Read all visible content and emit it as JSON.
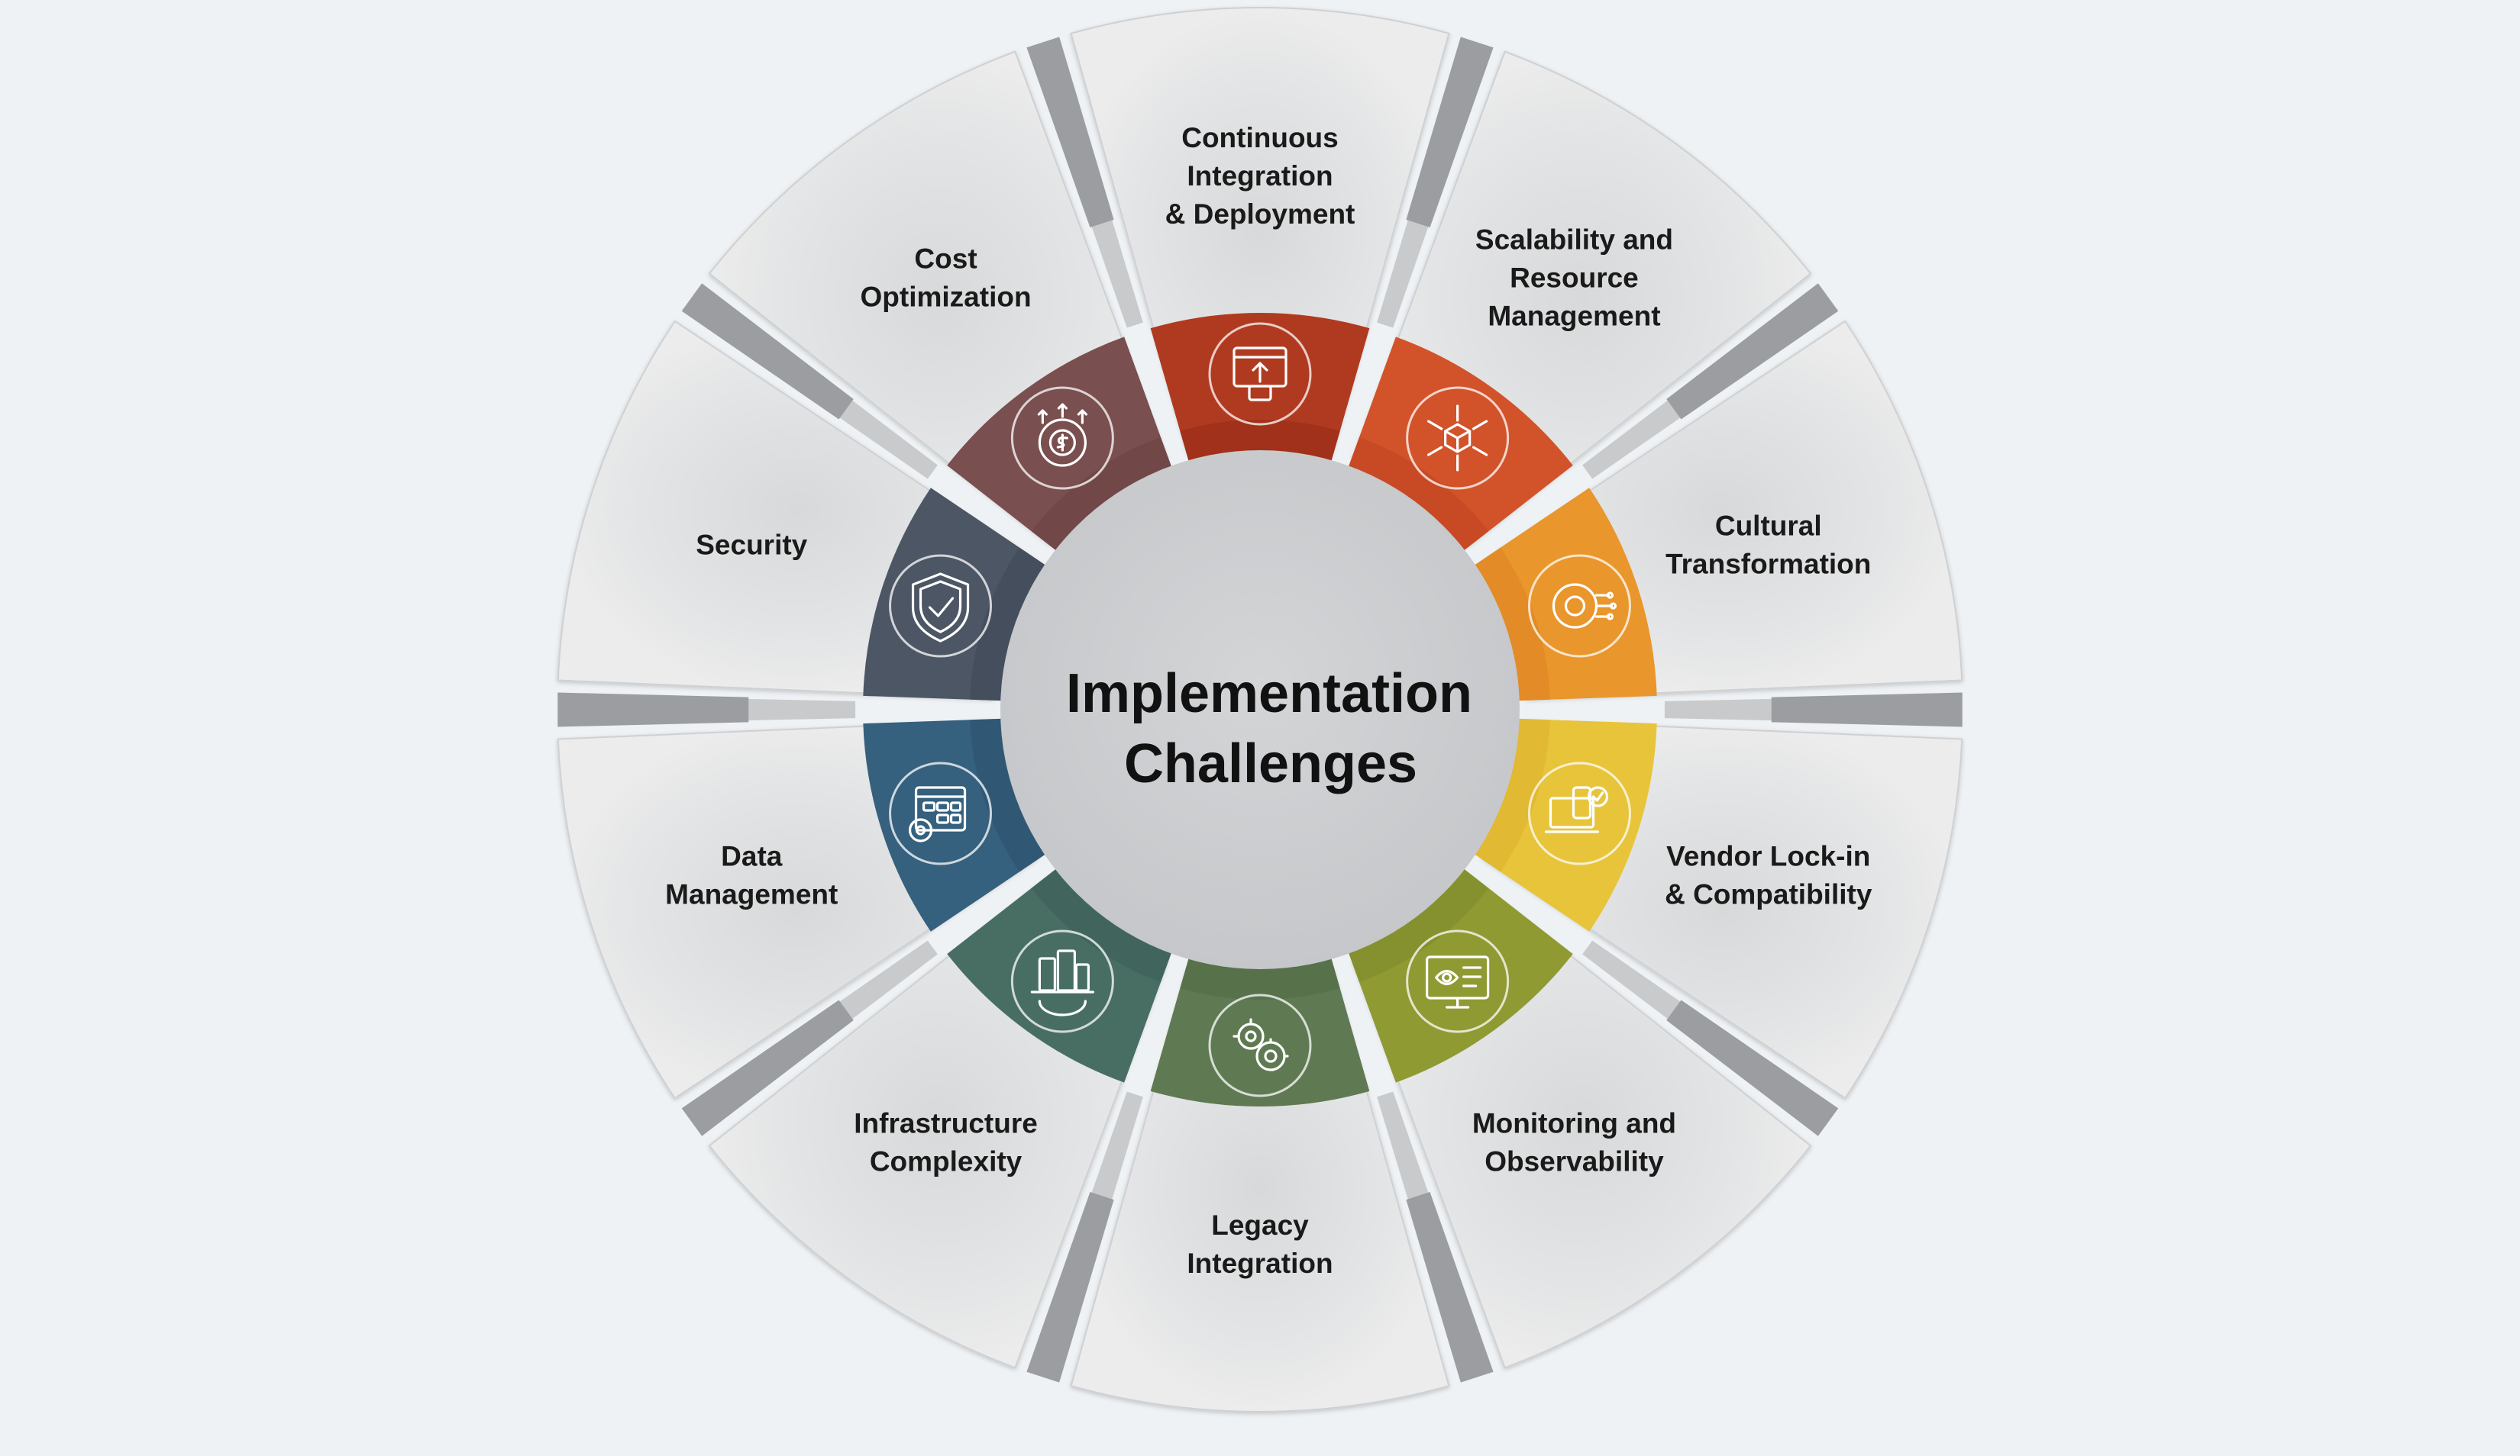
{
  "diagram": {
    "center_title_lines": [
      "Implementation",
      "Challenges"
    ],
    "segments": [
      {
        "label_lines": [
          "Continuous",
          "Integration",
          "& Deployment"
        ],
        "color": "#b03a20",
        "color_dark": "#962a15",
        "icon": "code-deploy-icon"
      },
      {
        "label_lines": [
          "Scalability and",
          "Resource",
          "Management"
        ],
        "color": "#d2532a",
        "color_dark": "#bf4420",
        "icon": "cube-scale-icon"
      },
      {
        "label_lines": [
          "Cultural",
          "Transformation"
        ],
        "color": "#e9962c",
        "color_dark": "#df8422",
        "icon": "head-gear-icon"
      },
      {
        "label_lines": [
          "Vendor Lock-in",
          "& Compatibility"
        ],
        "color": "#e8c43a",
        "color_dark": "#dcb12c",
        "icon": "devices-check-icon"
      },
      {
        "label_lines": [
          "Monitoring and",
          "Observability"
        ],
        "color": "#8f9a33",
        "color_dark": "#7e8a2a",
        "icon": "monitor-eye-icon"
      },
      {
        "label_lines": [
          "Legacy",
          "Integration"
        ],
        "color": "#5f7a52",
        "color_dark": "#516b46",
        "icon": "gears-icon"
      },
      {
        "label_lines": [
          "Infrastructure",
          "Complexity"
        ],
        "color": "#486e64",
        "color_dark": "#3d5f56",
        "icon": "buildings-gear-icon"
      },
      {
        "label_lines": [
          "Data",
          "Management"
        ],
        "color": "#35607e",
        "color_dark": "#2b526e",
        "icon": "data-window-gear-icon"
      },
      {
        "label_lines": [
          "Security"
        ],
        "color": "#4c5665",
        "color_dark": "#404957",
        "icon": "shield-check-icon"
      },
      {
        "label_lines": [
          "Cost",
          "Optimization"
        ],
        "color": "#7a4f4f",
        "color_dark": "#6a4242",
        "icon": "cost-gear-icon"
      }
    ]
  }
}
